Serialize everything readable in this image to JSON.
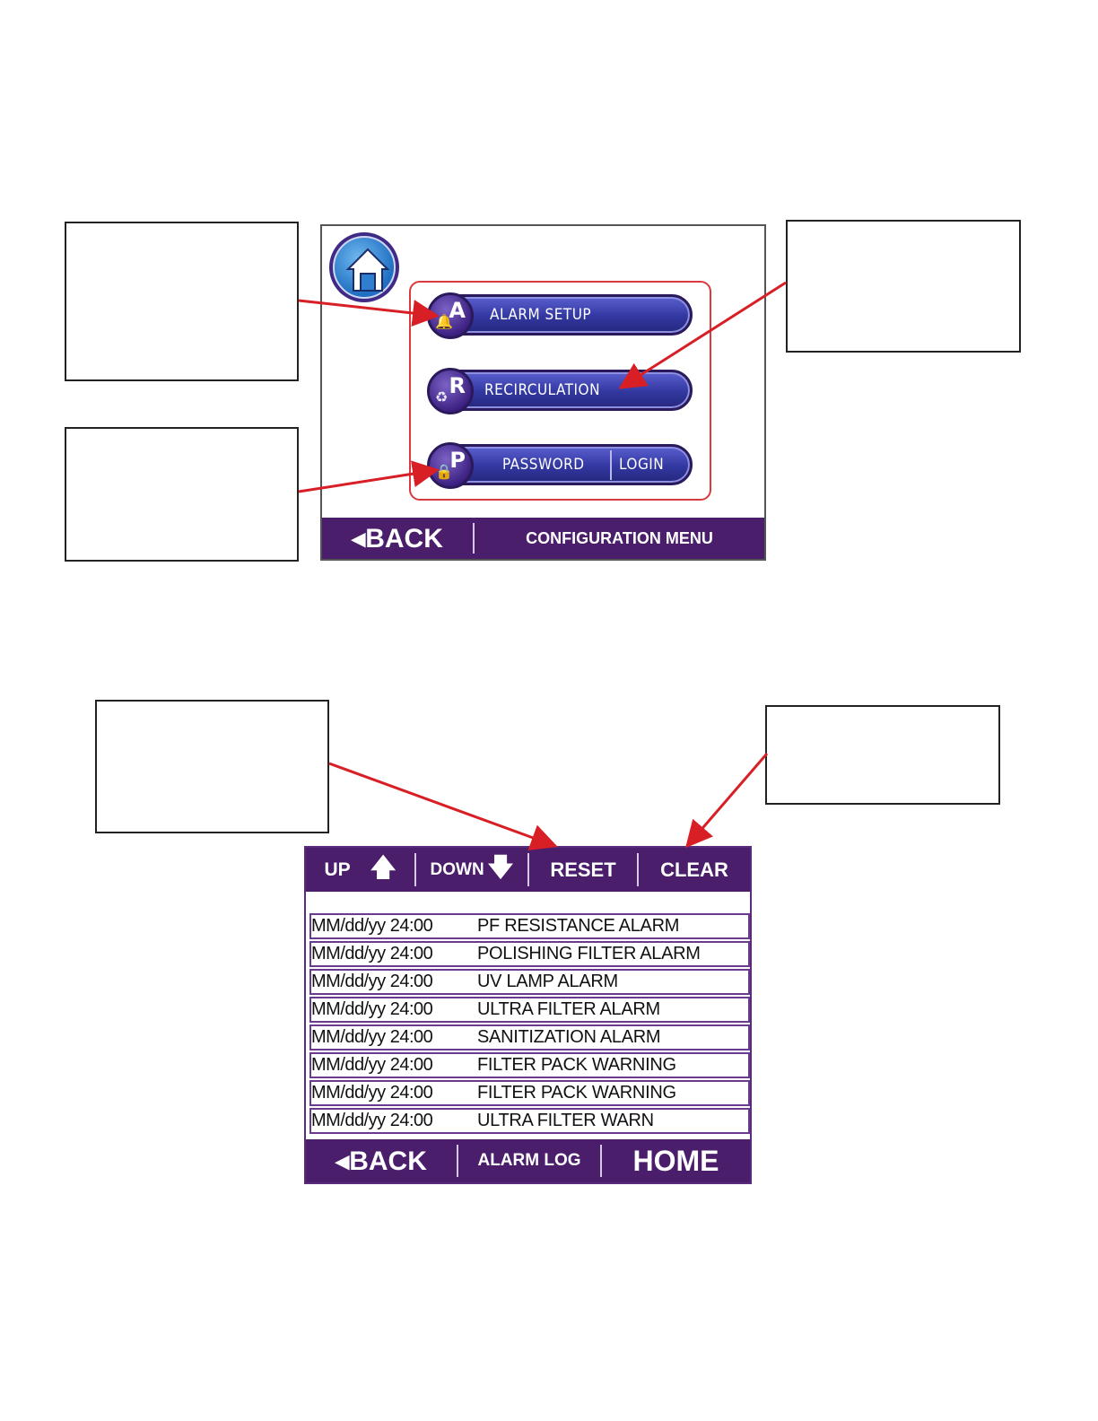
{
  "config_screen": {
    "menu_items": [
      {
        "badge": "A",
        "label": "ALARM SETUP"
      },
      {
        "badge": "R",
        "label": "RECIRCULATION"
      },
      {
        "badge": "P",
        "label": "PASSWORD",
        "secondary_label": "LOGIN"
      }
    ],
    "footer": {
      "back_label": "◂BACK",
      "title": "CONFIGURATION MENU"
    },
    "icons": [
      "home-icon",
      "bell-icon",
      "recycle-icon",
      "lock-icon"
    ]
  },
  "alarm_log_screen": {
    "toolbar": {
      "up_label": "UP",
      "down_label": "DOWN",
      "reset_label": "RESET",
      "clear_label": "CLEAR"
    },
    "entries": [
      {
        "timestamp": "MM/dd/yy  24:00",
        "message": "PF RESISTANCE ALARM"
      },
      {
        "timestamp": "MM/dd/yy  24:00",
        "message": "POLISHING FILTER ALARM"
      },
      {
        "timestamp": "MM/dd/yy  24:00",
        "message": "UV LAMP ALARM"
      },
      {
        "timestamp": "MM/dd/yy  24:00",
        "message": "ULTRA FILTER ALARM"
      },
      {
        "timestamp": "MM/dd/yy  24:00",
        "message": "SANITIZATION ALARM"
      },
      {
        "timestamp": "MM/dd/yy  24:00",
        "message": "FILTER PACK WARNING"
      },
      {
        "timestamp": "MM/dd/yy  24:00",
        "message": "FILTER PACK WARNING"
      },
      {
        "timestamp": "MM/dd/yy  24:00",
        "message": "ULTRA FILTER WARN"
      }
    ],
    "footer": {
      "back_label": "◂BACK",
      "title": "ALARM LOG",
      "home_label": "HOME"
    }
  },
  "colors": {
    "accent_purple": "#4a1e6b",
    "arrow_red": "#d81f26",
    "button_blue": "#3237a0"
  }
}
